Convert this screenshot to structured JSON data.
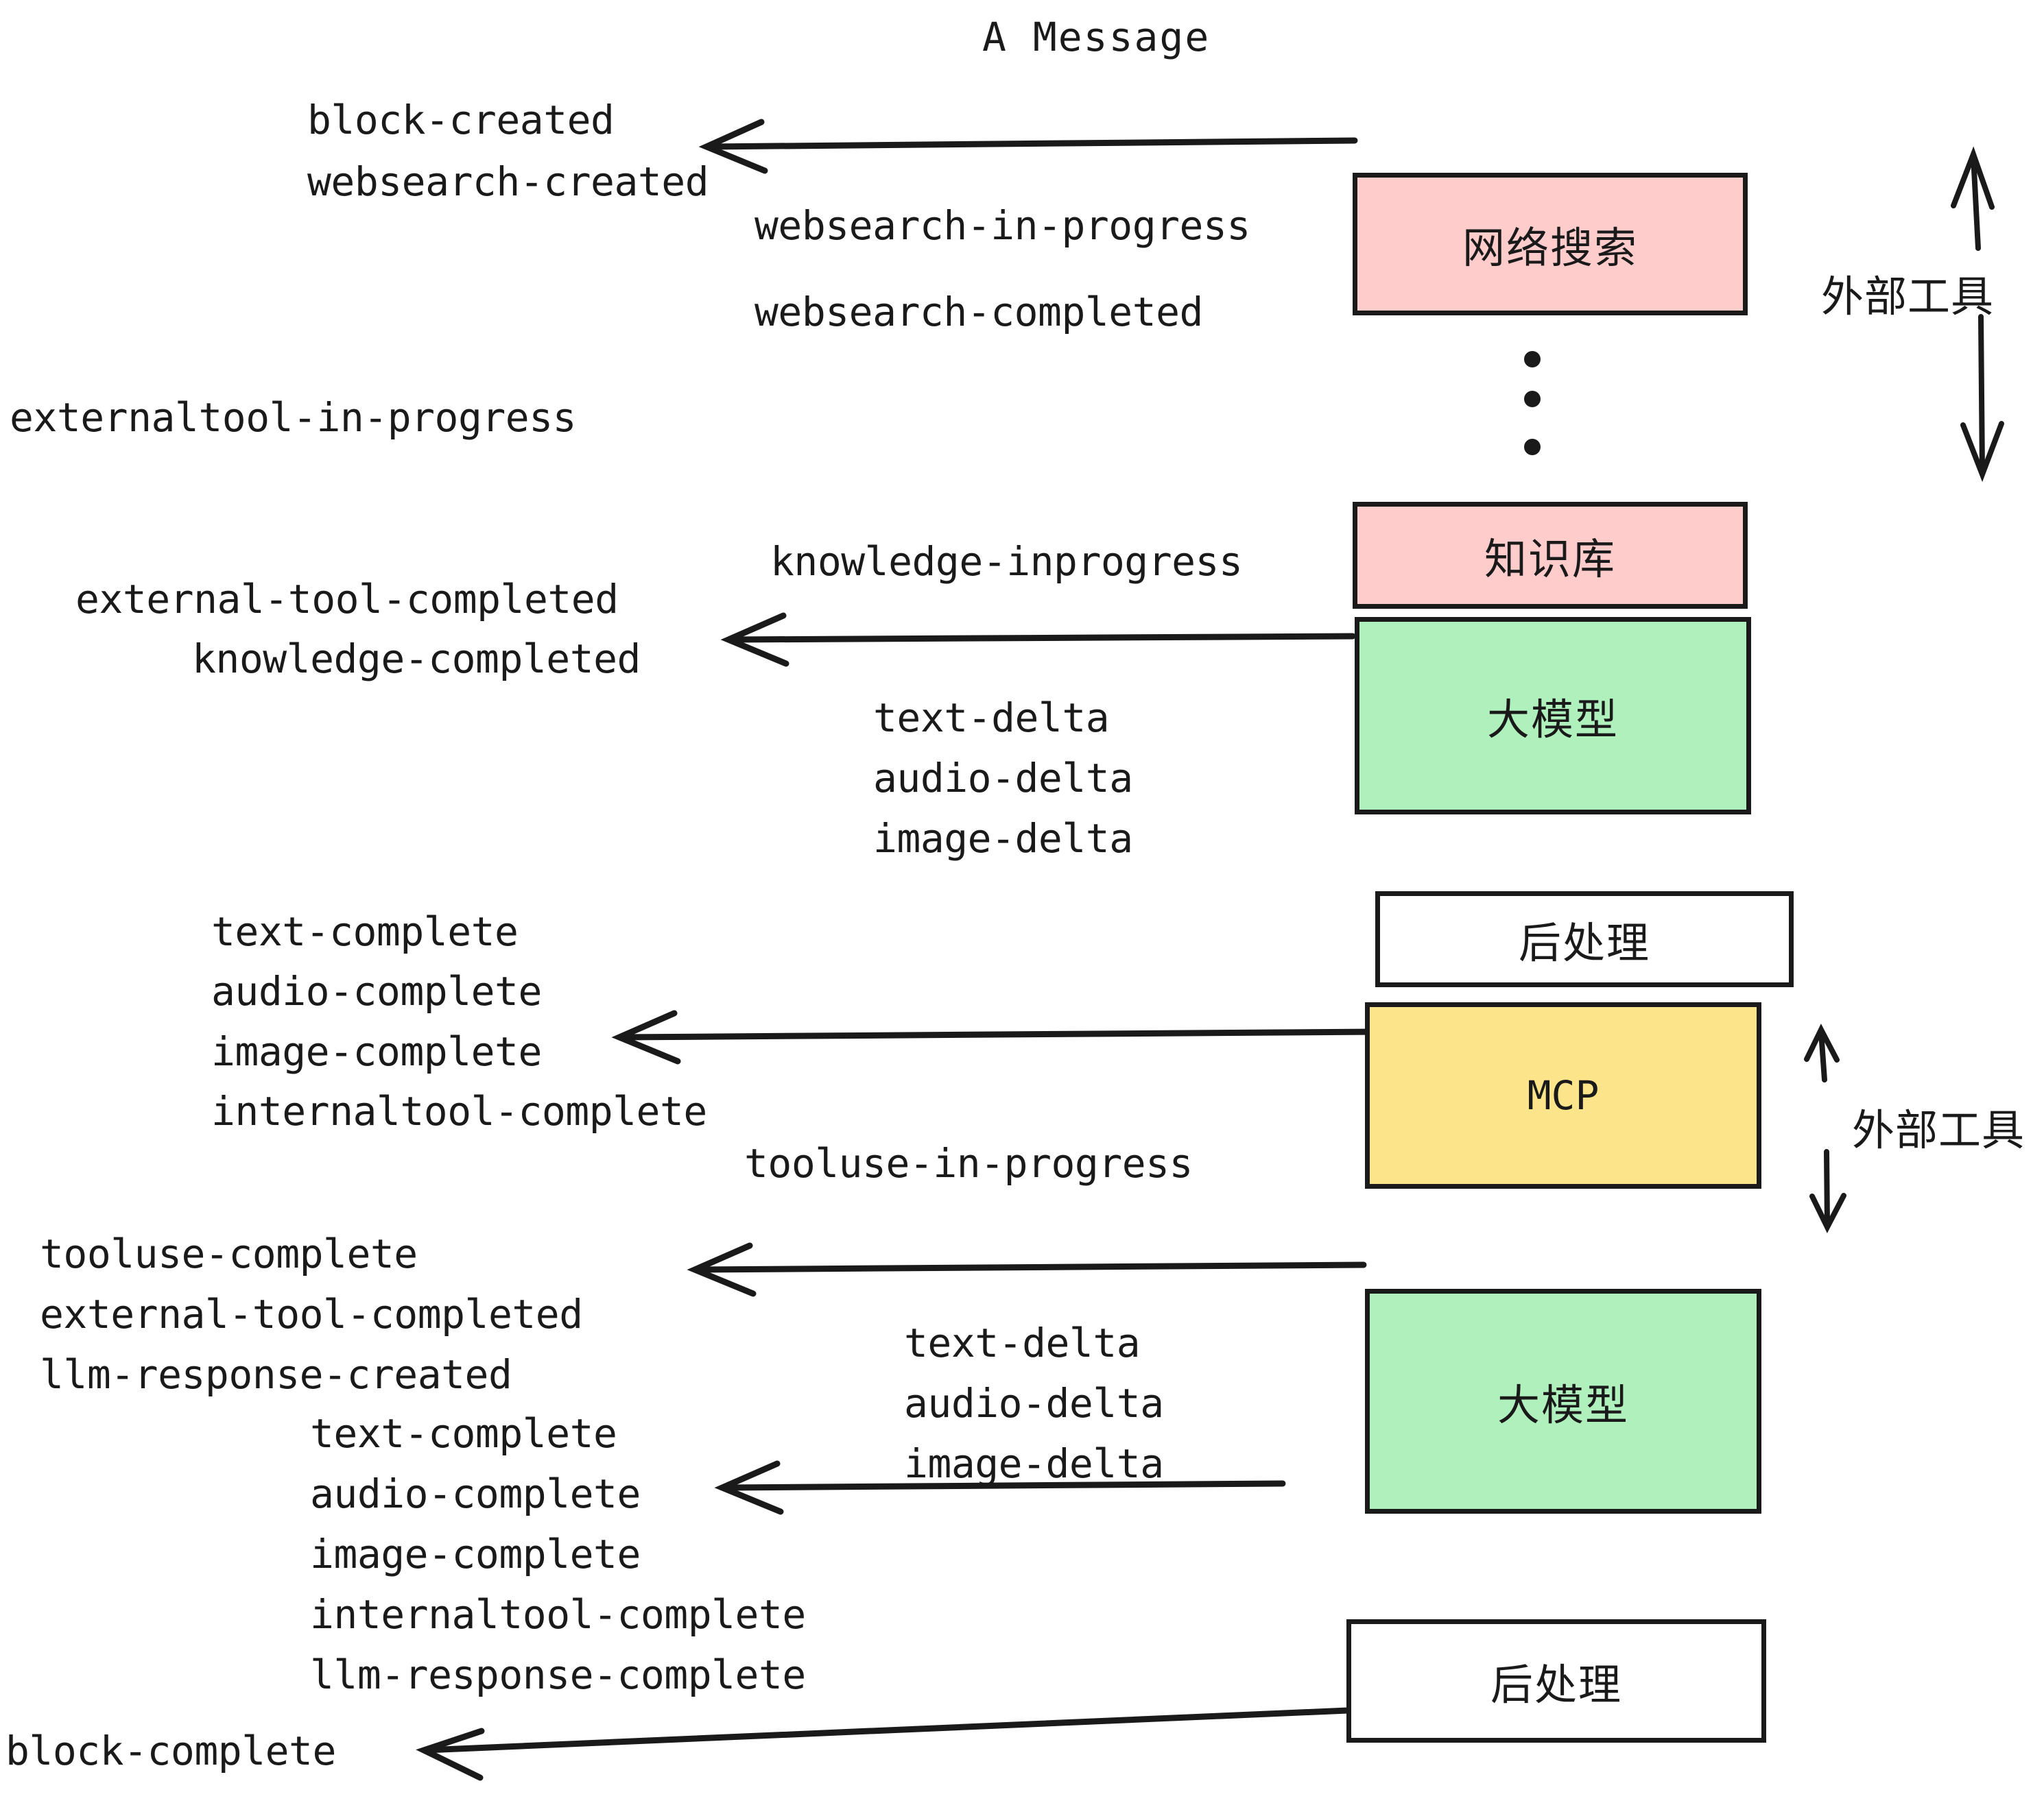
{
  "title": "A Message",
  "colors": {
    "pink": "#ffcccc",
    "green": "#b0f0bd",
    "yellow": "#fbe48a",
    "white": "#ffffff",
    "stroke": "#1a1a1a",
    "text": "#1a1a1a"
  },
  "nodes": [
    {
      "id": "websearch",
      "label": "网络搜索",
      "fill": "#ffcccc"
    },
    {
      "id": "knowledge",
      "label": "知识库",
      "fill": "#ffcccc"
    },
    {
      "id": "llm-1",
      "label": "大模型",
      "fill": "#b0f0bd"
    },
    {
      "id": "postproc-1",
      "label": "后处理",
      "fill": "#ffffff"
    },
    {
      "id": "mcp",
      "label": "MCP",
      "fill": "#fbe48a"
    },
    {
      "id": "llm-2",
      "label": "大模型",
      "fill": "#b0f0bd"
    },
    {
      "id": "postproc-2",
      "label": "后处理",
      "fill": "#ffffff"
    }
  ],
  "side_labels": [
    {
      "id": "external-tools-top",
      "label": "外部工具"
    },
    {
      "id": "external-tools-bottom",
      "label": "外部工具"
    }
  ],
  "events": [
    {
      "id": "block-created",
      "text": "block-created"
    },
    {
      "id": "websearch-created",
      "text": "websearch-created"
    },
    {
      "id": "websearch-in-progress",
      "text": "websearch-in-progress"
    },
    {
      "id": "websearch-completed",
      "text": "websearch-completed"
    },
    {
      "id": "externaltool-in-progress",
      "text": "externaltool-in-progress"
    },
    {
      "id": "knowledge-inprogress",
      "text": "knowledge-inprogress"
    },
    {
      "id": "external-tool-completed-1",
      "text": "external-tool-completed"
    },
    {
      "id": "knowledge-completed",
      "text": "knowledge-completed"
    },
    {
      "id": "text-delta-1",
      "text": "text-delta"
    },
    {
      "id": "audio-delta-1",
      "text": "audio-delta"
    },
    {
      "id": "image-delta-1",
      "text": "image-delta"
    },
    {
      "id": "text-complete-1",
      "text": "text-complete"
    },
    {
      "id": "audio-complete-1",
      "text": "audio-complete"
    },
    {
      "id": "image-complete-1",
      "text": "image-complete"
    },
    {
      "id": "internaltool-complete-1",
      "text": "internaltool-complete"
    },
    {
      "id": "tooluse-in-progress",
      "text": "tooluse-in-progress"
    },
    {
      "id": "tooluse-complete",
      "text": "tooluse-complete"
    },
    {
      "id": "external-tool-completed-2",
      "text": "external-tool-completed"
    },
    {
      "id": "llm-response-created",
      "text": "llm-response-created"
    },
    {
      "id": "text-delta-2",
      "text": "text-delta"
    },
    {
      "id": "audio-delta-2",
      "text": "audio-delta"
    },
    {
      "id": "image-delta-2",
      "text": "image-delta"
    },
    {
      "id": "text-complete-2",
      "text": "text-complete"
    },
    {
      "id": "audio-complete-2",
      "text": "audio-complete"
    },
    {
      "id": "image-complete-2",
      "text": "image-complete"
    },
    {
      "id": "internaltool-complete-2",
      "text": "internaltool-complete"
    },
    {
      "id": "llm-response-complete",
      "text": "llm-response-complete"
    },
    {
      "id": "block-complete",
      "text": "block-complete"
    }
  ],
  "ellipsis": {
    "id": "vertical-ellipsis",
    "dots": 3
  }
}
